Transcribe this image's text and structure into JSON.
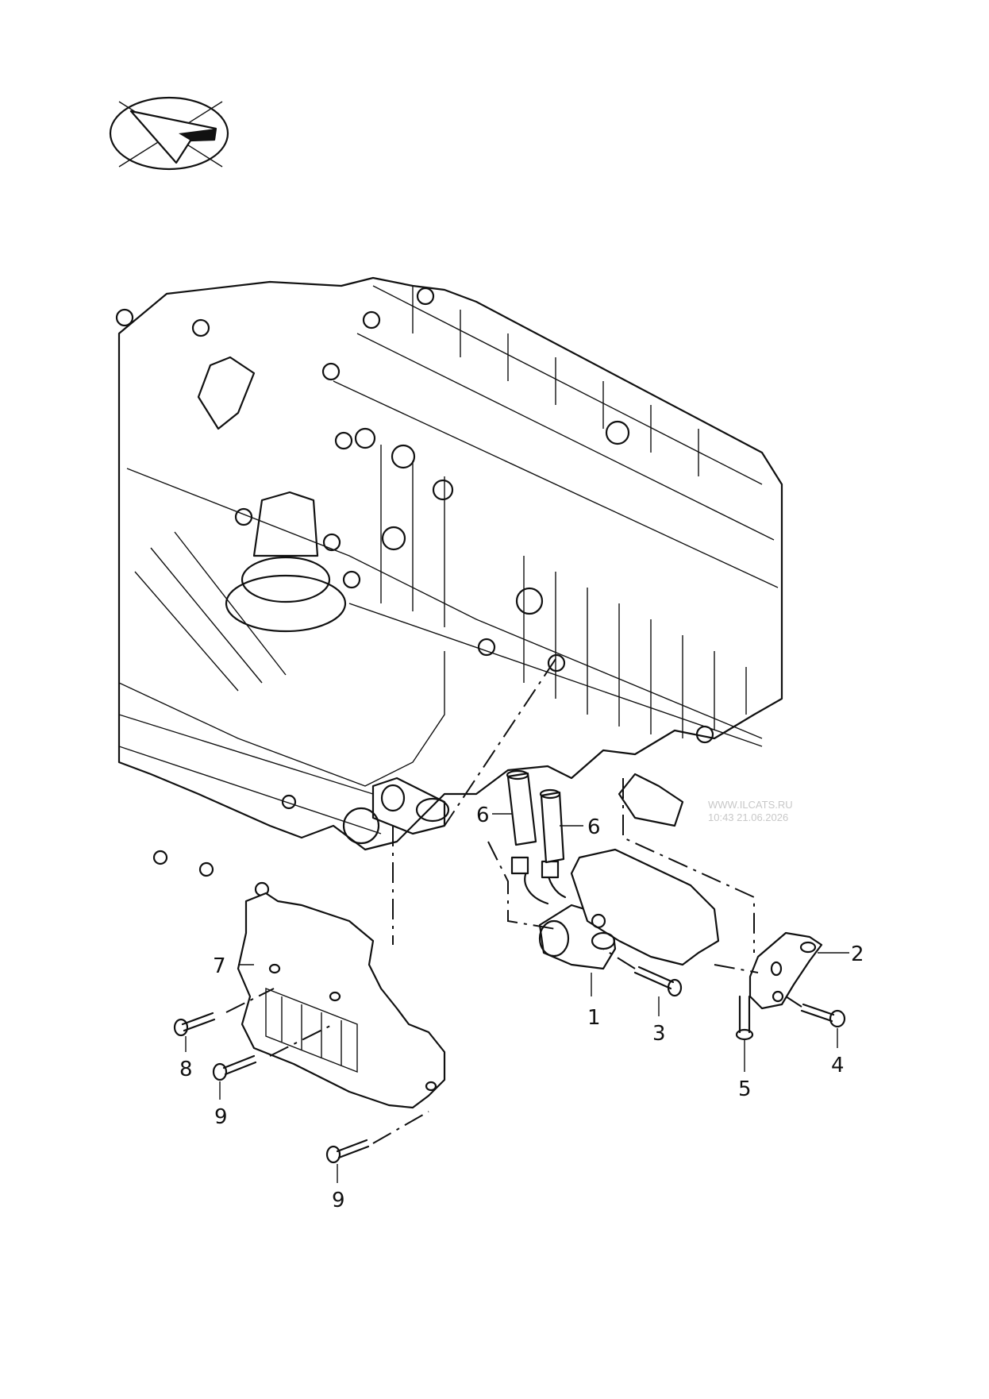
{
  "watermark": {
    "line1": "WWW.ILCATS.RU",
    "line2": "10:43 21.06.2026"
  },
  "callouts": [
    {
      "id": "1",
      "label": "1"
    },
    {
      "id": "2",
      "label": "2"
    },
    {
      "id": "3",
      "label": "3"
    },
    {
      "id": "4",
      "label": "4"
    },
    {
      "id": "5",
      "label": "5"
    },
    {
      "id": "6a",
      "label": "6"
    },
    {
      "id": "6b",
      "label": "6"
    },
    {
      "id": "7",
      "label": "7"
    },
    {
      "id": "8",
      "label": "8"
    },
    {
      "id": "9a",
      "label": "9"
    },
    {
      "id": "9b",
      "label": "9"
    }
  ]
}
